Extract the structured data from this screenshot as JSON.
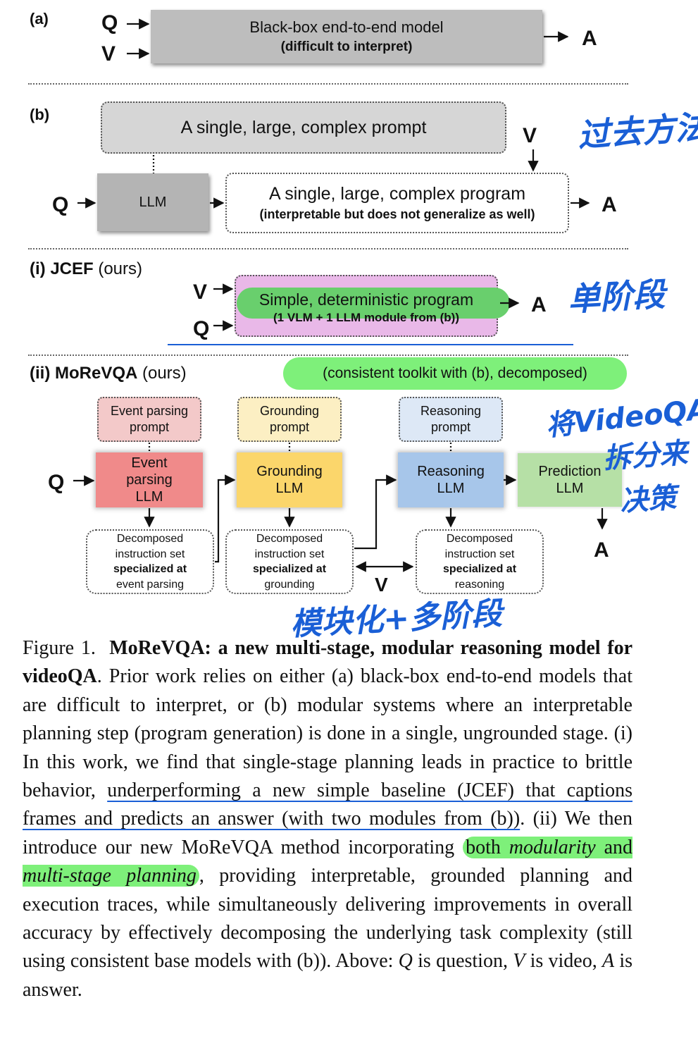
{
  "panel_a": {
    "label": "(a)",
    "q": "Q",
    "v": "V",
    "box_title": "Black-box end-to-end model",
    "box_sub": "(difficult to interpret)",
    "a": "A"
  },
  "panel_b": {
    "label": "(b)",
    "prompt": "A single, large, complex prompt",
    "v": "V",
    "q": "Q",
    "llm": "LLM",
    "program_title": "A single, large, complex program",
    "program_sub": "(interpretable but does not generalize as well)",
    "a": "A"
  },
  "panel_i": {
    "label_bold": "(i) JCEF",
    "label_rest": " (ours)",
    "v": "V",
    "q": "Q",
    "program_title": "Simple, deterministic program",
    "program_sub": "(1 VLM + 1 LLM module from (b))",
    "a": "A"
  },
  "panel_ii": {
    "label_bold": "(ii) MoReVQA",
    "label_rest": " (ours)",
    "toolkit": "(consistent toolkit with (b), decomposed)",
    "q": "Q",
    "v": "V",
    "a": "A",
    "stages": [
      {
        "prompt_line1": "Event parsing",
        "prompt_line2": "prompt",
        "llm_line1": "Event",
        "llm_line2": "parsing",
        "llm_line3": "LLM",
        "instr_line1": "Decomposed",
        "instr_line2": "instruction set",
        "instr_line3": "specialized at",
        "instr_line4": "event parsing"
      },
      {
        "prompt_line1": "Grounding",
        "prompt_line2": "prompt",
        "llm_line1": "Grounding",
        "llm_line2": "LLM",
        "instr_line1": "Decomposed",
        "instr_line2": "instruction set",
        "instr_line3": "specialized at",
        "instr_line4": "grounding"
      },
      {
        "prompt_line1": "Reasoning",
        "prompt_line2": "prompt",
        "llm_line1": "Reasoning",
        "llm_line2": "LLM",
        "instr_line1": "Decomposed",
        "instr_line2": "instruction set",
        "instr_line3": "specialized at",
        "instr_line4": "reasoning"
      }
    ],
    "prediction_line1": "Prediction",
    "prediction_line2": "LLM"
  },
  "annotations": {
    "past_methods": "过去方法",
    "stage_one": "单阶段",
    "videoqa_decision": "将VideoQA",
    "videoqa_decision_2": "拆分来",
    "videoqa_decision_3": "决策",
    "modular_multistage": "模块化+多阶段"
  },
  "caption": {
    "fig_label": "Figure 1.",
    "title_bold": "MoReVQA: a new multi-stage, modular reasoning model for videoQA",
    "s1": ". Prior work relies on either (a) black-box end-to-end models that are difficult to interpret, or (b) modular systems where an interpretable planning step (program generation) is done in a single, ungrounded stage. (i) In this work, we find that single-stage planning leads in practice to brittle behavior, ",
    "s2_underlined": "underperforming a new simple baseline (JCEF) that captions frames and predicts an answer (with two modules from (b))",
    "s3": ". (ii) We then introduce our new MoReVQA method incorporating ",
    "hl_1": "both ",
    "hl_modularity": "modularity",
    "hl_2": " and ",
    "hl_multi": "multi-stage planning",
    "s4": ", providing interpretable, grounded planning and execution traces, while simultaneously delivering improvements in overall accuracy by effectively decomposing the underlying task complexity (still using consistent base models with (b)). Above: ",
    "q_it": "Q",
    "s5": " is question, ",
    "v_it": "V",
    "s6": " is video, ",
    "a_it": "A",
    "s7": " is answer."
  },
  "colors": {
    "event": "#f08a8a",
    "event_prompt": "#f3c9c9",
    "grounding": "#fbd66b",
    "grounding_prompt": "#fcefc3",
    "reasoning": "#a7c6ea",
    "reasoning_prompt": "#dde8f6",
    "prediction": "#b6e0a6",
    "highlight": "#7ef07a",
    "pink": "#e9b8e8",
    "annotation_blue": "#1a5fd6"
  }
}
